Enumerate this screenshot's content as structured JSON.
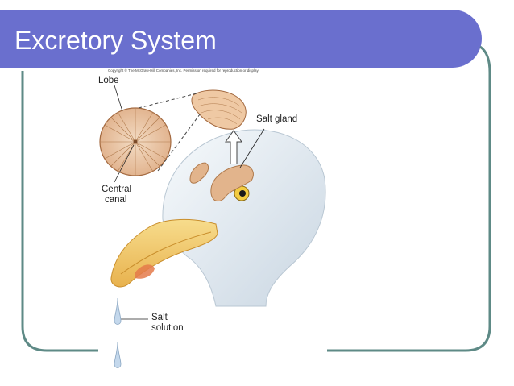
{
  "slide": {
    "title": "Excretory System",
    "copyright": "Copyright © The McGraw-Hill Companies, Inc. Permission required for reproduction or display."
  },
  "figure": {
    "labels": {
      "lobe": "Lobe",
      "salt_gland": "Salt gland",
      "central_canal_line1": "Central",
      "central_canal_line2": "canal",
      "salt_solution_line1": "Salt",
      "salt_solution_line2": "solution"
    }
  },
  "colors": {
    "title_bar": "#6a6fce",
    "frame": "#5e8a86",
    "gland": "#e2b48c",
    "beak": "#f2c86a",
    "head": "#e6eef4"
  }
}
